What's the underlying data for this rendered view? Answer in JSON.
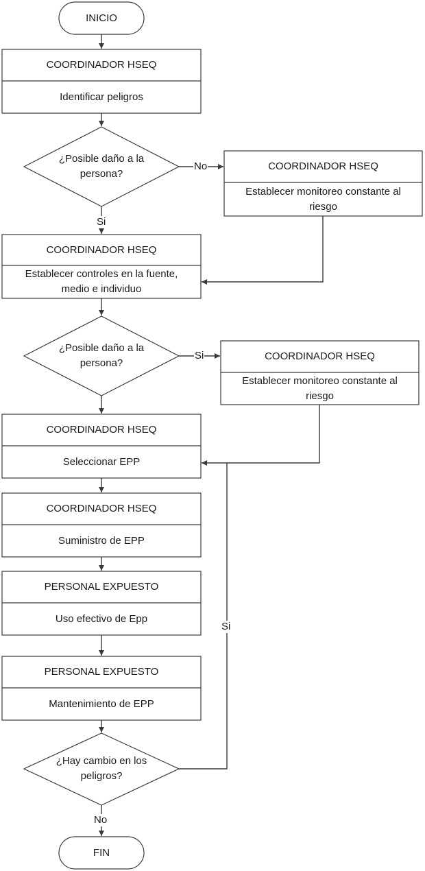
{
  "start": "INICIO",
  "end": "FIN",
  "p1": {
    "role": "COORDINADOR HSEQ",
    "task": "Identificar peligros"
  },
  "d1": {
    "question": "¿Posible daño a la\npersona?",
    "yes": "Si",
    "no": "No"
  },
  "r1": {
    "role": "COORDINADOR HSEQ",
    "task": "Establecer monitoreo constante al\nriesgo"
  },
  "p2": {
    "role": "COORDINADOR HSEQ",
    "task": "Establecer controles en la fuente,\nmedio e individuo"
  },
  "d2": {
    "question": "¿Posible daño a la\npersona?",
    "yes": "Si"
  },
  "r2": {
    "role": "COORDINADOR HSEQ",
    "task": "Establecer monitoreo constante al\nriesgo"
  },
  "p3": {
    "role": "COORDINADOR HSEQ",
    "task": "Seleccionar EPP"
  },
  "p4": {
    "role": "COORDINADOR HSEQ",
    "task": "Suministro de EPP"
  },
  "p5": {
    "role": "PERSONAL EXPUESTO",
    "task": "Uso efectivo de Epp"
  },
  "p6": {
    "role": "PERSONAL EXPUESTO",
    "task": "Mantenimiento de EPP"
  },
  "d3": {
    "question": "¿Hay cambio en los\npeligros?",
    "yes": "Si",
    "no": "No"
  }
}
